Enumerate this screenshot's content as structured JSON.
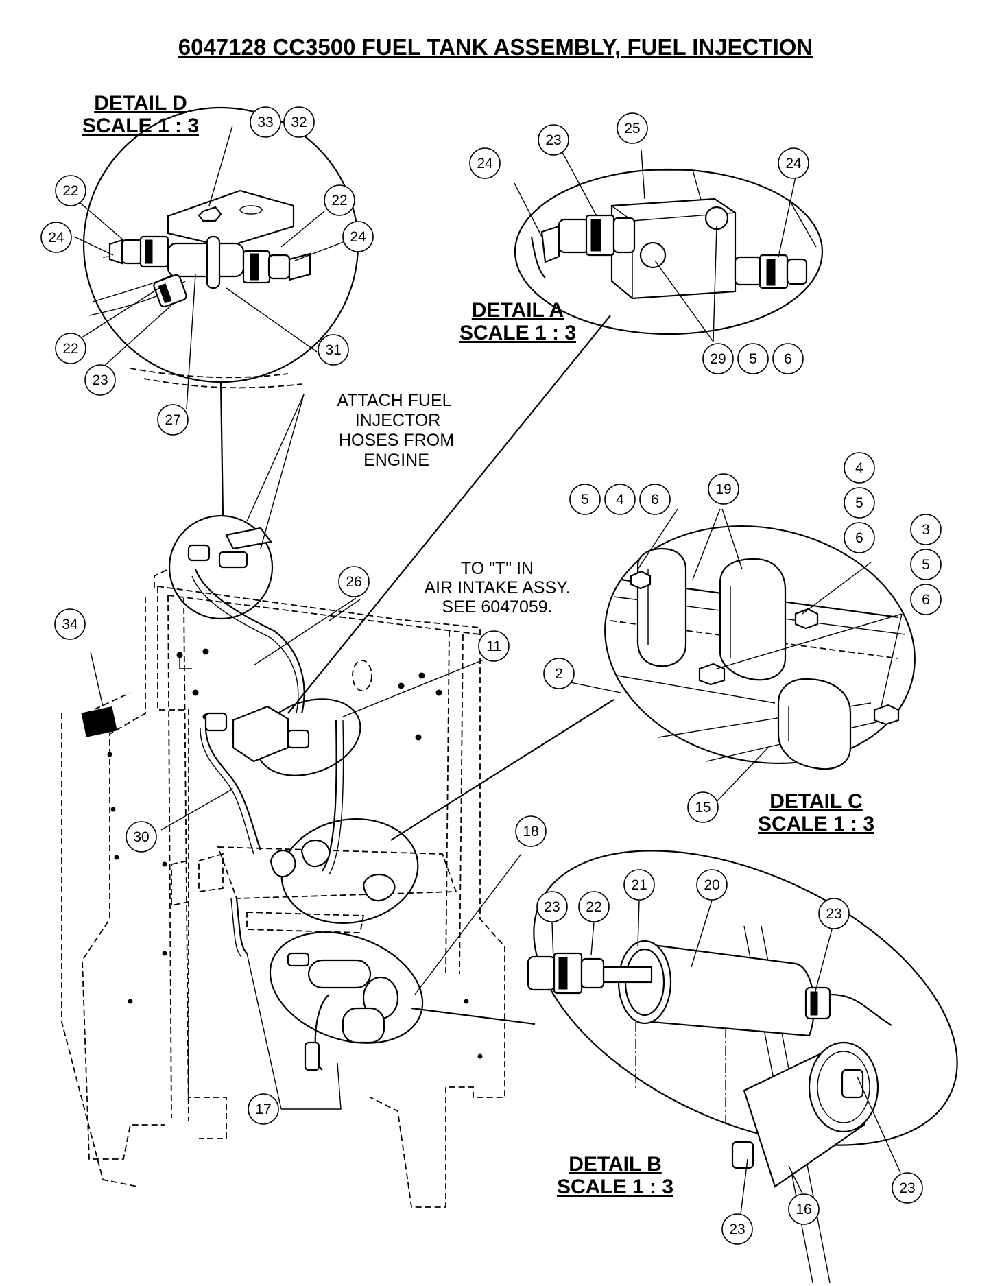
{
  "title": "6047128  CC3500 FUEL TANK ASSEMBLY, FUEL INJECTION",
  "details": {
    "d": {
      "line1": "DETAIL D",
      "line2": "SCALE 1 : 3"
    },
    "a": {
      "line1": "DETAIL A",
      "line2": "SCALE 1 : 3"
    },
    "c": {
      "line1": "DETAIL C",
      "line2": "SCALE 1 : 3"
    },
    "b": {
      "line1": "DETAIL B",
      "line2": "SCALE 1 : 3"
    }
  },
  "notes": {
    "injector": [
      "ATTACH FUEL",
      "INJECTOR",
      "HOSES FROM",
      "ENGINE"
    ],
    "air_intake": [
      "TO \"T\" IN",
      "AIR INTAKE ASSY.",
      "SEE 6047059."
    ]
  },
  "callouts": [
    "33",
    "32",
    "22",
    "24",
    "22",
    "24",
    "22",
    "23",
    "31",
    "27",
    "23",
    "25",
    "24",
    "24",
    "29",
    "5",
    "6",
    "5",
    "4",
    "6",
    "19",
    "4",
    "5",
    "6",
    "3",
    "5",
    "6",
    "2",
    "15",
    "26",
    "34",
    "11",
    "30",
    "18",
    "17",
    "23",
    "22",
    "21",
    "20",
    "23",
    "23",
    "23",
    "16"
  ]
}
